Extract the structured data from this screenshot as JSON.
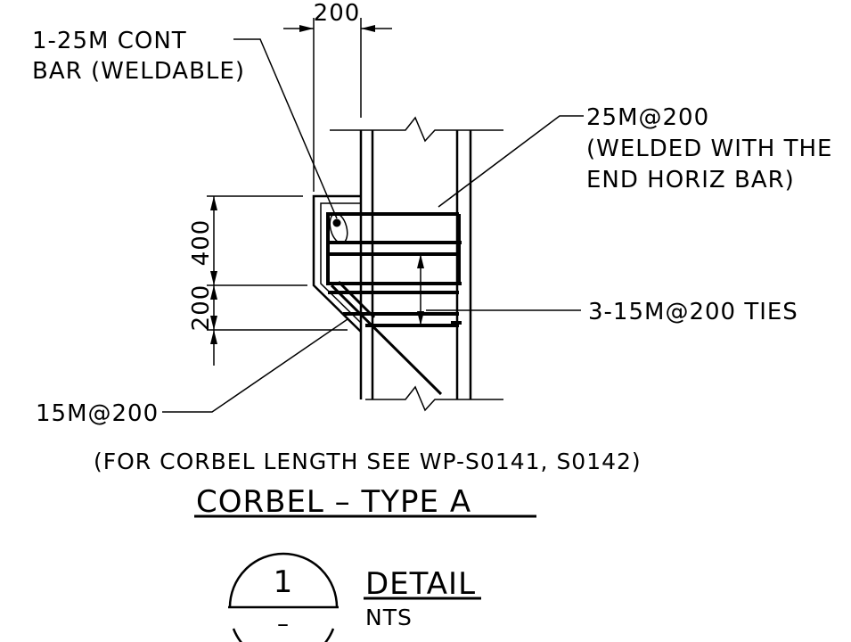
{
  "labels": {
    "dim_top": "200",
    "cont_bar_line1": "1-25M CONT",
    "cont_bar_line2": "BAR (WELDABLE)",
    "top_bar_line1": "25M@200",
    "top_bar_line2": "(WELDED WITH THE",
    "top_bar_line3": "END HORIZ BAR)",
    "dim_400": "400",
    "dim_200_side": "200",
    "ties": "3-15M@200 TIES",
    "diag_bar": "15M@200",
    "note": "(FOR CORBEL LENGTH SEE WP-S0141, S0142)"
  },
  "title": "CORBEL – TYPE A",
  "detail_tag": {
    "number": "1",
    "sheet": "–",
    "word": "DETAIL",
    "scale": "NTS"
  }
}
